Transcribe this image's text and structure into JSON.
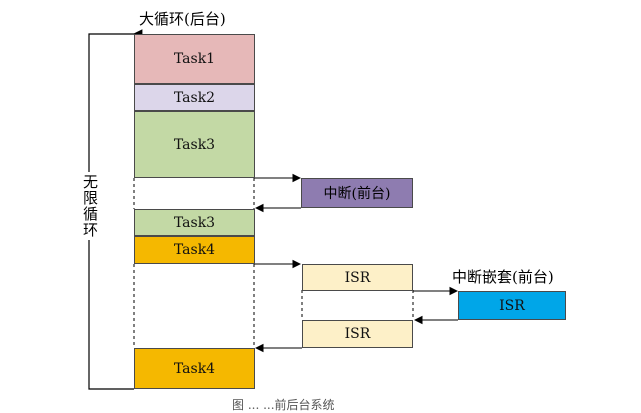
{
  "labels": {
    "main_loop": "大循环(后台)",
    "infinite_loop": "无限循环",
    "interrupt": "中断(前台)",
    "nested_interrupt": "中断嵌套(前台)",
    "caption_partial": "图 ...  ...前后台系统"
  },
  "blocks": {
    "task1": "Task1",
    "task2": "Task2",
    "task3a": "Task3",
    "task3b": "Task3",
    "task4a": "Task4",
    "task4b": "Task4",
    "isr1": "ISR",
    "isr_nested": "ISR",
    "isr2": "ISR"
  },
  "colors": {
    "task1": "#e6b8b8",
    "task2": "#dcd6ea",
    "task3": "#c3d9a5",
    "task4": "#f5b800",
    "interrupt": "#8e7cb0",
    "isr": "#fdf0c8",
    "isr_nested": "#00a6e8"
  }
}
